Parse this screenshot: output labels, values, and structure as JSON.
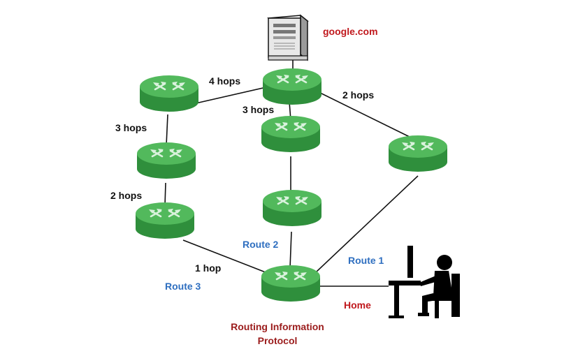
{
  "server": {
    "label": "google.com"
  },
  "routers": [
    {
      "id": "r-top",
      "icon": "router-icon"
    },
    {
      "id": "r-left-top",
      "icon": "router-icon"
    },
    {
      "id": "r-center-top",
      "icon": "router-icon"
    },
    {
      "id": "r-right",
      "icon": "router-icon"
    },
    {
      "id": "r-left-mid",
      "icon": "router-icon"
    },
    {
      "id": "r-center-mid",
      "icon": "router-icon"
    },
    {
      "id": "r-left-bottom",
      "icon": "router-icon"
    },
    {
      "id": "r-home",
      "icon": "router-icon"
    }
  ],
  "hop_labels": {
    "top_left_link": "4 hops",
    "top_center_link": "3 hops",
    "top_right_link": "2 hops",
    "left_upper_link": "3 hops",
    "left_lower_link": "2 hops",
    "left_home_link": "1 hop"
  },
  "routes": {
    "route1": "Route 1",
    "route2": "Route 2",
    "route3": "Route 3"
  },
  "home": {
    "label": "Home",
    "icon": "person-at-computer-icon"
  },
  "caption": {
    "line1": "Routing Information",
    "line2": "Protocol"
  },
  "colors": {
    "router_top": "#52b95c",
    "router_side": "#2f8f3c",
    "link": "#111111",
    "route_label": "#2f6fc0",
    "home_label": "#c0181d",
    "caption": "#9b1c1c"
  }
}
